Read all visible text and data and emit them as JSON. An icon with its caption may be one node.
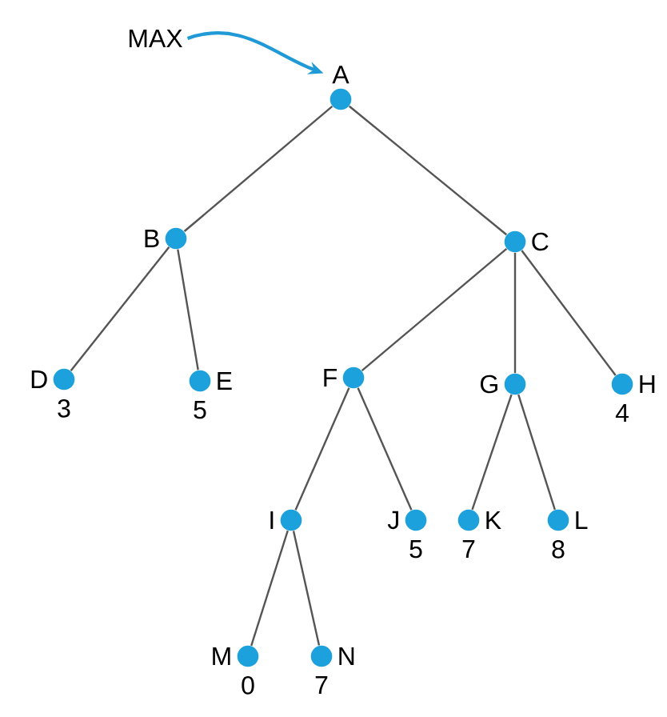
{
  "diagram": {
    "nodes": [
      {
        "text": [
          "MAX"
        ]
      },
      {
        "text": [
          "A"
        ]
      },
      {
        "text": [
          "B"
        ]
      },
      {
        "text": [
          "C"
        ]
      },
      {
        "text": [
          "D"
        ],
        "beside": [
          "3"
        ]
      },
      {
        "text": [
          "E"
        ],
        "beside": [
          "5"
        ]
      },
      {
        "text": [
          "F"
        ]
      },
      {
        "text": [
          "G"
        ]
      },
      {
        "text": [
          "H"
        ],
        "beside": [
          "4"
        ]
      },
      {
        "text": [
          "I"
        ]
      },
      {
        "text": [
          "J"
        ],
        "beside": [
          "5"
        ]
      },
      {
        "text": [
          "K"
        ],
        "beside": [
          "7"
        ]
      },
      {
        "text": [
          "L"
        ],
        "beside": [
          "8"
        ]
      },
      {
        "text": [
          "M"
        ],
        "beside": [
          "0"
        ]
      },
      {
        "text": [
          "N"
        ],
        "beside": [
          "7"
        ]
      }
    ],
    "edges": [
      {
        "from": 0,
        "to": 1,
        "arrow": "to",
        "color": "#1f9ad6"
      },
      {
        "from": 1,
        "to": 2,
        "arrow": "none"
      },
      {
        "from": 1,
        "to": 3,
        "arrow": "none"
      },
      {
        "from": 2,
        "to": 4,
        "arrow": "none"
      },
      {
        "from": 2,
        "to": 5,
        "arrow": "none"
      },
      {
        "from": 3,
        "to": 6,
        "arrow": "none"
      },
      {
        "from": 3,
        "to": 7,
        "arrow": "none"
      },
      {
        "from": 3,
        "to": 8,
        "arrow": "none"
      },
      {
        "from": 6,
        "to": 9,
        "arrow": "none"
      },
      {
        "from": 6,
        "to": 10,
        "arrow": "none"
      },
      {
        "from": 7,
        "to": 11,
        "arrow": "none"
      },
      {
        "from": 7,
        "to": 12,
        "arrow": "none"
      },
      {
        "from": 9,
        "to": 13,
        "arrow": "none"
      },
      {
        "from": 9,
        "to": 14,
        "arrow": "none"
      }
    ]
  }
}
